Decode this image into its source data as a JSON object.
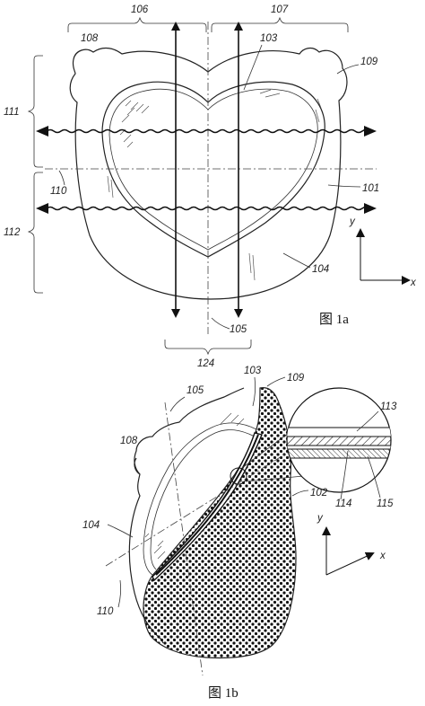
{
  "fig1a": {
    "caption": "图 1a",
    "refs": {
      "r106": "106",
      "r107": "107",
      "r108": "108",
      "r103": "103",
      "r109": "109",
      "r111": "111",
      "r110": "110",
      "r101": "101",
      "r112": "112",
      "r104": "104",
      "r105": "105",
      "r124": "124"
    },
    "axes": {
      "y": "y",
      "x": "x"
    }
  },
  "fig1b": {
    "caption": "图 1b",
    "refs": {
      "r103": "103",
      "r109": "109",
      "r105": "105",
      "r113": "113",
      "r108": "108",
      "r102": "102",
      "r104": "104",
      "r114": "114",
      "r115": "115",
      "r110": "110"
    },
    "axes": {
      "y": "y",
      "x": "x"
    }
  }
}
